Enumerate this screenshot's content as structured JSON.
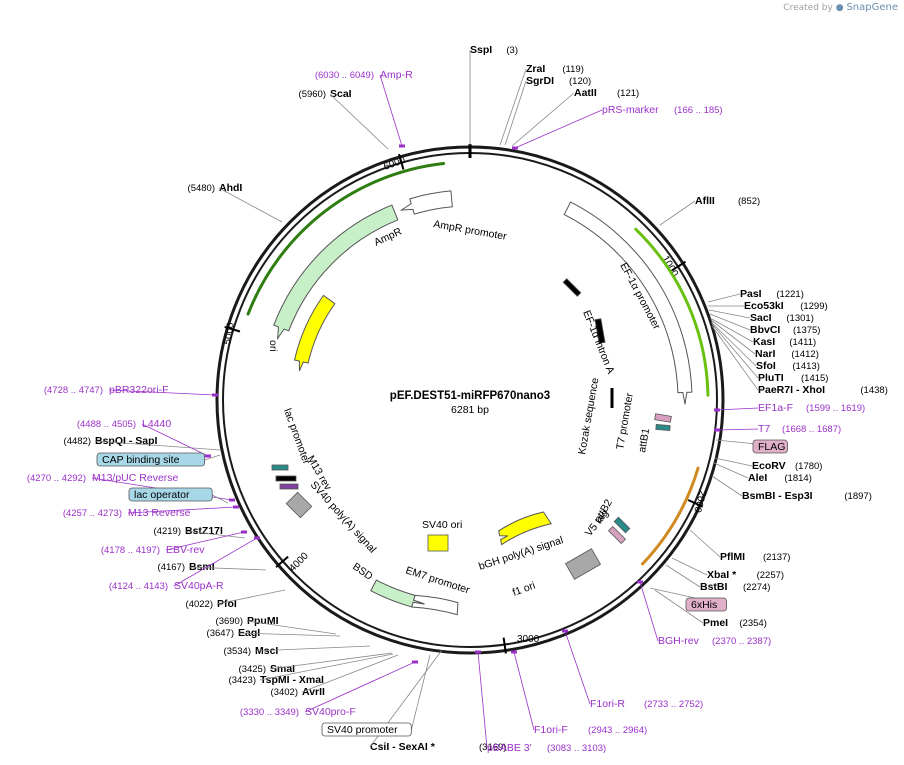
{
  "header": {
    "created_by": "Created by",
    "brand": "SnapGene"
  },
  "plasmid": {
    "name": "pEF.DEST51-miRFP670nano3",
    "length_label": "6281 bp",
    "length": 6281
  },
  "ticks": [
    "1000",
    "2000",
    "3000",
    "4000",
    "5000",
    "6000"
  ],
  "features": [
    {
      "label": "EF-1α promoter",
      "color": "#ffffff"
    },
    {
      "label": "EF-1α intron A",
      "color": "#000000"
    },
    {
      "label": "Kozak sequence",
      "color": "#000000"
    },
    {
      "label": "T7 promoter",
      "color": "#ffffff"
    },
    {
      "label": "attB1",
      "color": "#d8a0c0"
    },
    {
      "label": "attB2",
      "color": "#d8a0c0"
    },
    {
      "label": "V5 tag",
      "color": "#2a8a8a"
    },
    {
      "label": "bGH poly(A) signal",
      "color": "#a8a8a8"
    },
    {
      "label": "f1 ori",
      "color": "#ffff00"
    },
    {
      "label": "SV40 ori",
      "color": "#ffff00"
    },
    {
      "label": "EM7 promoter",
      "color": "#ffffff"
    },
    {
      "label": "BSD",
      "color": "#c8f0c8"
    },
    {
      "label": "SV40 poly(A) signal",
      "color": "#a8a8a8"
    },
    {
      "label": "M13 rev",
      "color": "#000000"
    },
    {
      "label": "lac promoter",
      "color": "#ffffff"
    },
    {
      "label": "ori",
      "color": "#ffff00"
    },
    {
      "label": "AmpR",
      "color": "#c8f0c8"
    },
    {
      "label": "AmpR promoter",
      "color": "#ffffff"
    }
  ],
  "enzymes": [
    {
      "name": "SspI",
      "pos": "(3)"
    },
    {
      "name": "ZraI",
      "pos": "(119)"
    },
    {
      "name": "SgrDI",
      "pos": "(120)"
    },
    {
      "name": "AatII",
      "pos": "(121)"
    },
    {
      "name": "AflII",
      "pos": "(852)"
    },
    {
      "name": "PasI",
      "pos": "(1221)"
    },
    {
      "name": "Eco53kI",
      "pos": "(1299)"
    },
    {
      "name": "SacI",
      "pos": "(1301)"
    },
    {
      "name": "BbvCI",
      "pos": "(1375)"
    },
    {
      "name": "KasI",
      "pos": "(1411)"
    },
    {
      "name": "NarI",
      "pos": "(1412)"
    },
    {
      "name": "SfoI",
      "pos": "(1413)"
    },
    {
      "name": "PluTI",
      "pos": "(1415)"
    },
    {
      "name": "PaeR7I",
      "name2": "- XhoI",
      "pos": "(1438)"
    },
    {
      "name": "EcoRV",
      "pos": "(1780)"
    },
    {
      "name": "AleI",
      "pos": "(1814)"
    },
    {
      "name": "BsmBI",
      "name2": "- Esp3I",
      "pos": "(1897)"
    },
    {
      "name": "PflMI",
      "pos": "(2137)"
    },
    {
      "name": "XbaI *",
      "pos": "(2257)"
    },
    {
      "name": "BstBI",
      "pos": "(2274)"
    },
    {
      "name": "PmeI",
      "pos": "(2354)"
    },
    {
      "name": "CsiI",
      "name2": "- SexAI *",
      "pos": "(3169)"
    },
    {
      "name": "AvrII",
      "pos": "(3402)"
    },
    {
      "name": "TspMI",
      "name2": "- XmaI",
      "pos": "(3423)"
    },
    {
      "name": "SmaI",
      "pos": "(3425)"
    },
    {
      "name": "MscI",
      "pos": "(3534)"
    },
    {
      "name": "EagI",
      "pos": "(3647)"
    },
    {
      "name": "PpuMI",
      "pos": "(3690)"
    },
    {
      "name": "PfoI",
      "pos": "(4022)"
    },
    {
      "name": "BsmI",
      "pos": "(4167)"
    },
    {
      "name": "BstZ17I",
      "pos": "(4219)"
    },
    {
      "name": "BspQI",
      "name2": "- SapI",
      "pos": "(4482)"
    },
    {
      "name": "AhdI",
      "pos": "(5480)"
    },
    {
      "name": "ScaI",
      "pos": "(5960)"
    }
  ],
  "primers": [
    {
      "name": "Amp-R",
      "pos": "(6030 .. 6049)"
    },
    {
      "name": "pRS-marker",
      "pos": "(166 .. 185)"
    },
    {
      "name": "EF1a-F",
      "pos": "(1599 .. 1619)"
    },
    {
      "name": "T7",
      "pos": "(1668 .. 1687)"
    },
    {
      "name": "BGH-rev",
      "pos": "(2370 .. 2387)"
    },
    {
      "name": "F1ori-R",
      "pos": "(2733 .. 2752)"
    },
    {
      "name": "F1ori-F",
      "pos": "(2943 .. 2964)"
    },
    {
      "name": "pBABE 3'",
      "pos": "(3083 .. 3103)"
    },
    {
      "name": "SV40pro-F",
      "pos": "(3330 .. 3349)"
    },
    {
      "name": "SV40pA-R",
      "pos": "(4124 .. 4143)"
    },
    {
      "name": "EBV-rev",
      "pos": "(4178 .. 4197)"
    },
    {
      "name": "M13 Reverse",
      "pos": "(4257 .. 4273)"
    },
    {
      "name": "M13/pUC Reverse",
      "pos": "(4270 .. 4292)"
    },
    {
      "name": "L4440",
      "pos": "(4488 .. 4505)"
    },
    {
      "name": "pBR322ori-F",
      "pos": "(4728 .. 4747)"
    }
  ],
  "boxed_features": [
    {
      "name": "FLAG",
      "style": "pink"
    },
    {
      "name": "6xHis",
      "style": "pink"
    },
    {
      "name": "CAP binding site",
      "style": "blue"
    },
    {
      "name": "lac operator",
      "style": "blue"
    },
    {
      "name": "SV40 promoter",
      "style": "white"
    }
  ],
  "colors": {
    "primer": "#9b30c9",
    "backbone": "#1a1a1a",
    "pink_box": "#e0b0c8",
    "blue_box": "#a8d8e8"
  }
}
